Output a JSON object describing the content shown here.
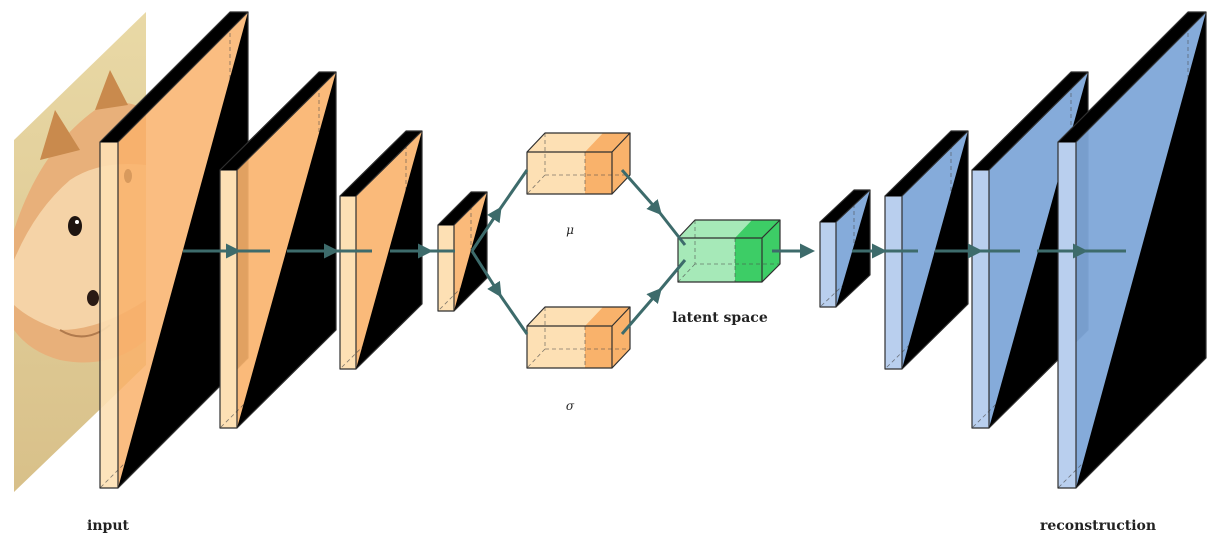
{
  "labels": {
    "input": "input",
    "reconstruction": "reconstruction",
    "latent": "latent space",
    "mu": "μ",
    "sigma": "σ"
  },
  "colors": {
    "encoder": "#f9b26b",
    "encoder_light": "#fde0b4",
    "decoder": "#7ea6d8",
    "decoder_light": "#b9cfee",
    "latent": "#3dcd66",
    "latent_light": "#a6e9b8",
    "arrow": "#3d6b6b"
  },
  "icons": {
    "input_image": "shiba-inu-dog-photo"
  }
}
